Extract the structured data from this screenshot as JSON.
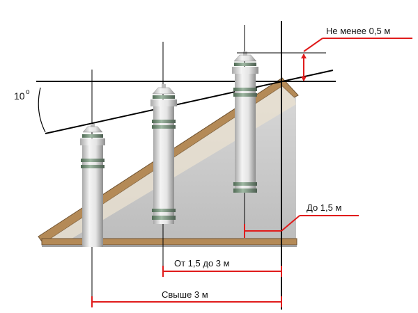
{
  "labels": {
    "angle": "10",
    "angle_degree": "o",
    "min_height": "Не менее 0,5 м",
    "up_to": "До 1,5 м",
    "from_to": "От 1,5 до 3 м",
    "over": "Свыше 3 м"
  },
  "colors": {
    "dimension": "#e01b1b",
    "roof_board": "#b48a57",
    "roof_board_dark": "#7a5a32",
    "roof_fill": "#cfcfcf",
    "pipe_light": "#f2f2f2",
    "pipe_dark": "#9a9a9a",
    "pipe_band": "#6f8a73",
    "line": "#000000"
  },
  "icons": {
    "pipe": "chimney-pipe-icon",
    "roof": "roof-section-icon"
  }
}
